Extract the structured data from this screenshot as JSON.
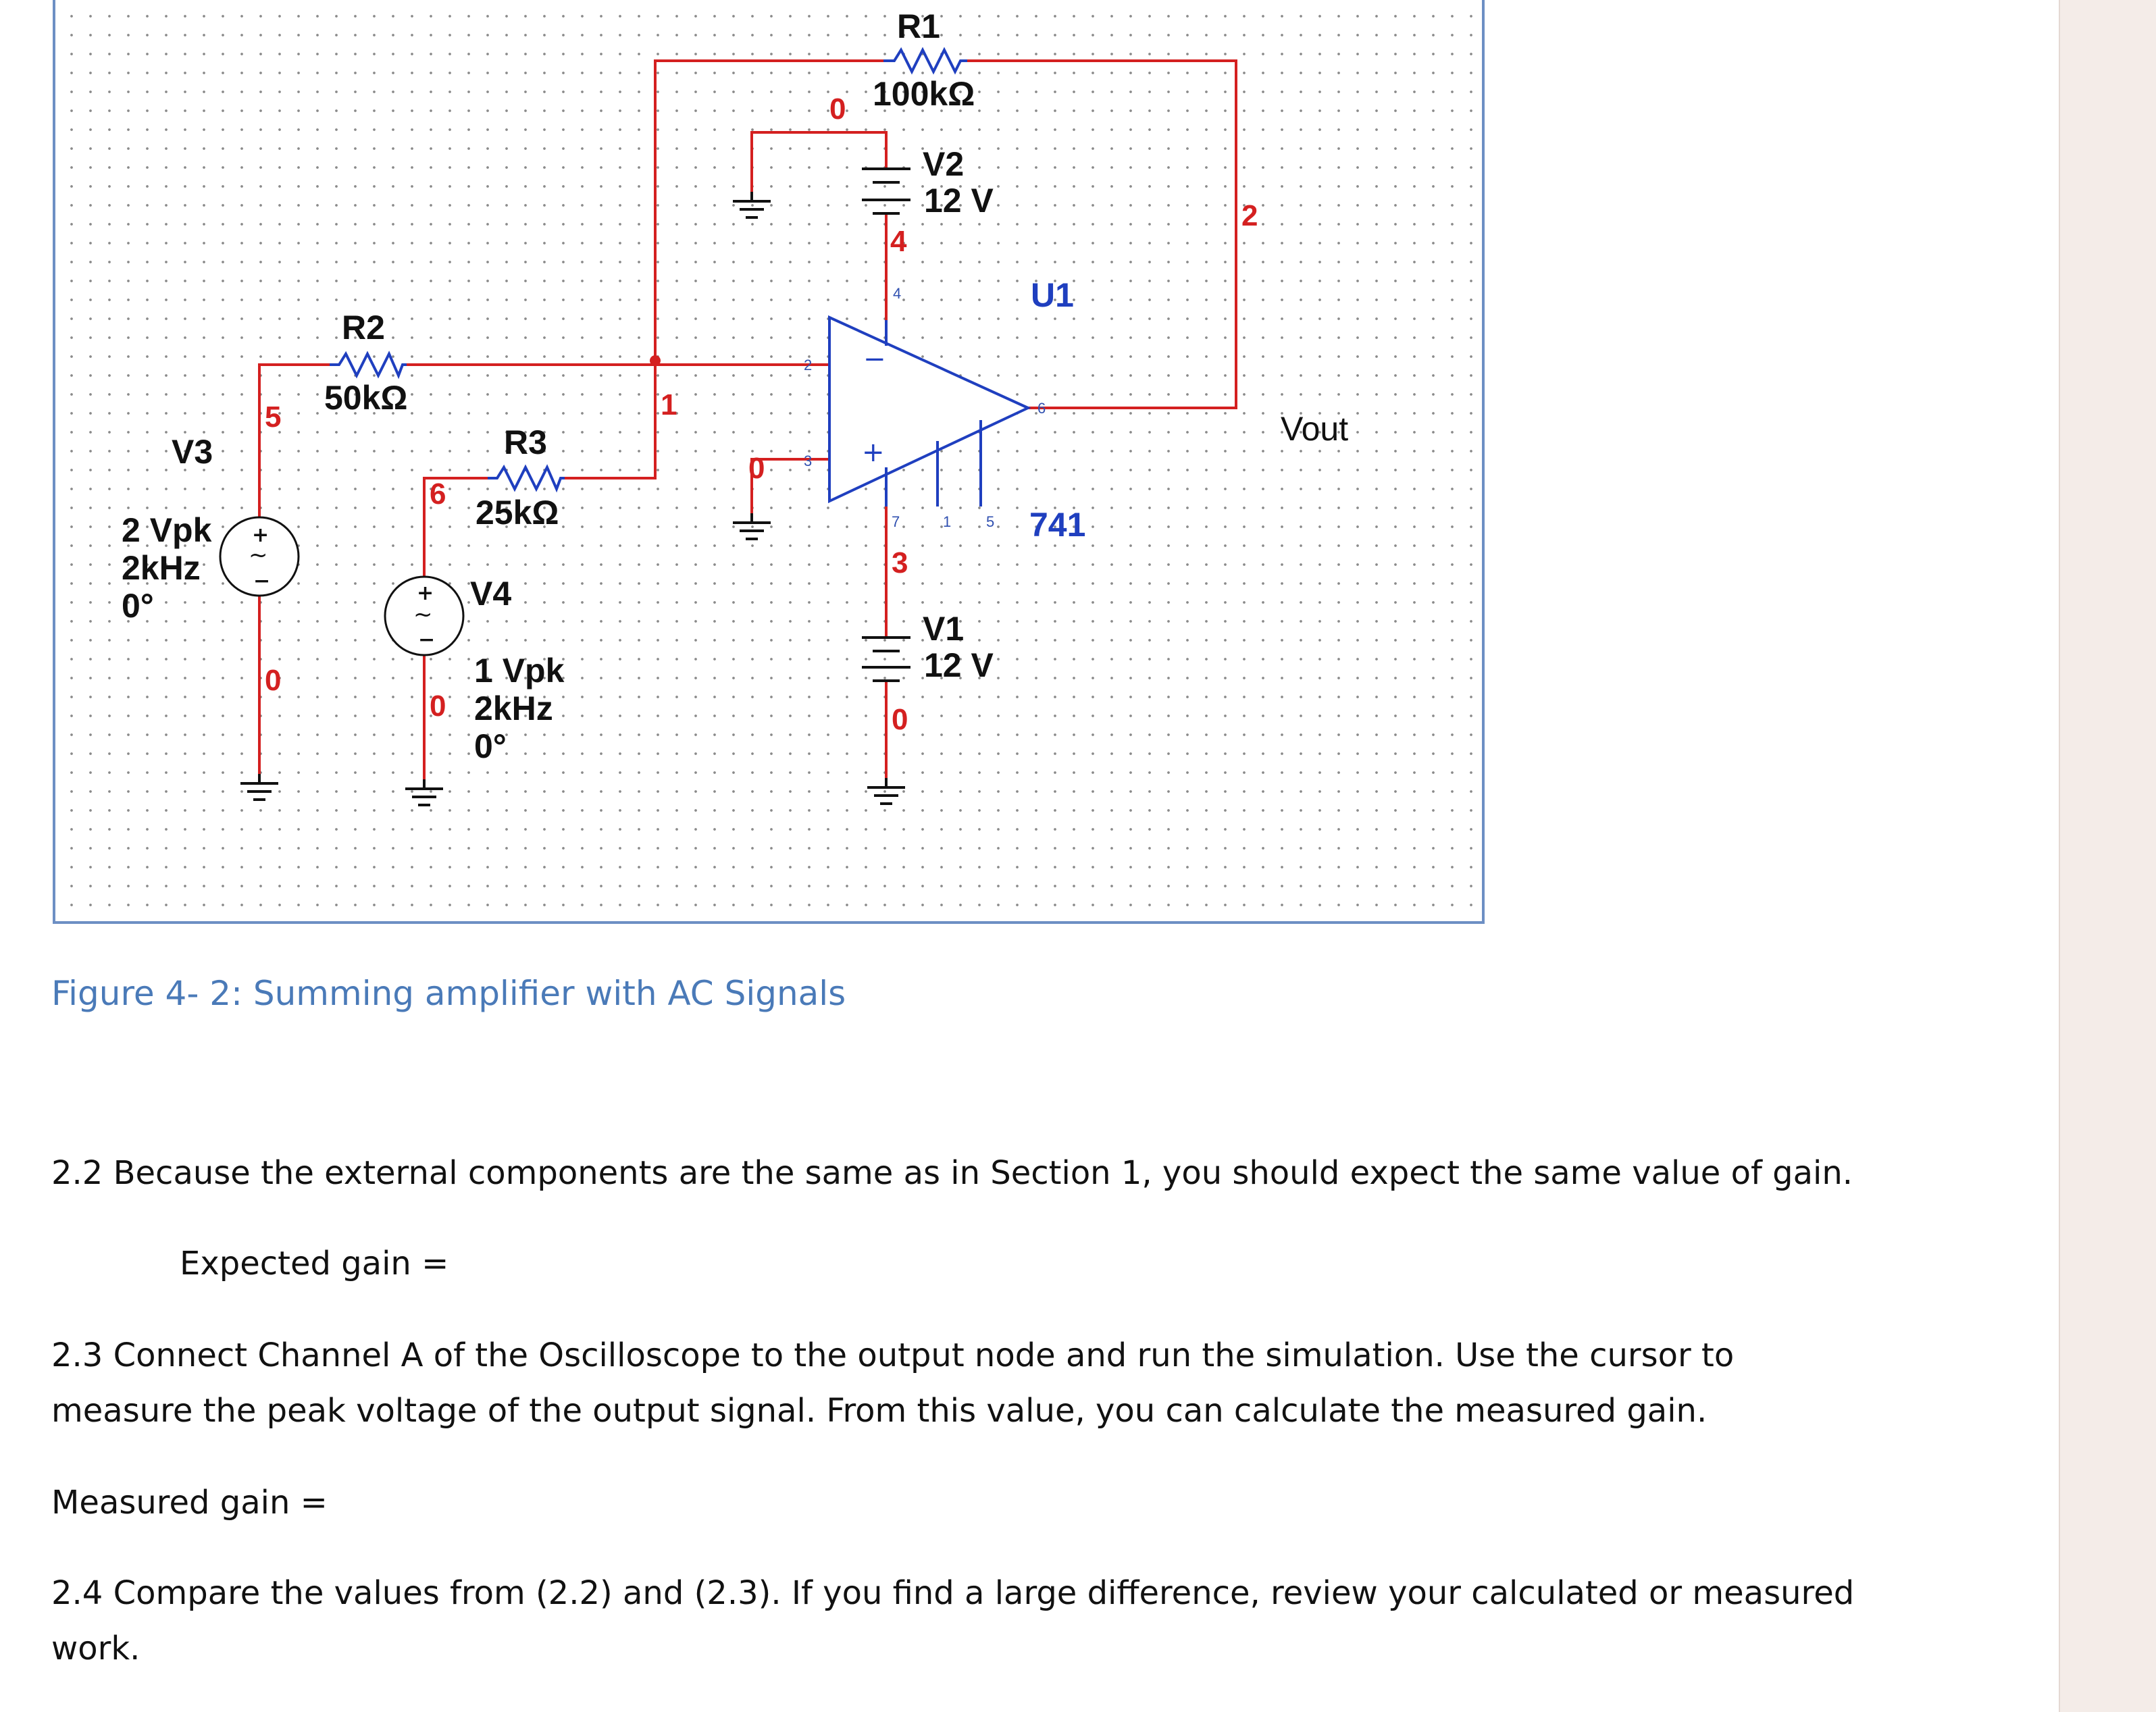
{
  "schematic": {
    "components": {
      "r1": {
        "name": "R1",
        "value": "100kΩ"
      },
      "r2": {
        "name": "R2",
        "value": "50kΩ"
      },
      "r3": {
        "name": "R3",
        "value": "25kΩ"
      },
      "v1": {
        "name": "V1",
        "value": "12 V"
      },
      "v2": {
        "name": "V2",
        "value": "12 V"
      },
      "v3": {
        "name": "V3",
        "amplitude": "2 Vpk",
        "frequency": "2kHz",
        "phase": "0°"
      },
      "v4": {
        "name": "V4",
        "amplitude": "1 Vpk",
        "frequency": "2kHz",
        "phase": "0°"
      },
      "u1": {
        "name": "U1",
        "model": "741"
      }
    },
    "nets": {
      "n0_top": "0",
      "n4": "4",
      "n2": "2",
      "n1": "1",
      "n5": "5",
      "n6": "6",
      "n0_mid": "0",
      "n3": "3",
      "n0_v3": "0",
      "n0_v4": "0",
      "n0_v1": "0"
    },
    "pins": {
      "p4": "4",
      "p2": "2",
      "p3": "3",
      "p6": "6",
      "p7": "7",
      "p1": "1",
      "p5": "5"
    },
    "output_label": "Vout",
    "op_plus": "+",
    "op_minus": "−",
    "src_plus": "+",
    "src_minus": "−",
    "tilde": "~",
    "colors": {
      "wire": "#d42020",
      "component": "#1f3fbf",
      "border": "#6d8fc4"
    }
  },
  "caption": "Figure 4- 2: Summing amplifier with AC Signals",
  "paragraphs": {
    "p22": "2.2 Because the external components are the same as in Section 1, you should expect the same value of gain.",
    "expected": "Expected gain =",
    "p23": "2.3 Connect Channel A of the Oscilloscope to the output node and run the simulation. Use the cursor to measure the peak voltage of the output signal. From this value, you can calculate the measured gain.",
    "measured": "Measured gain =",
    "p24": "2.4 Compare the values from (2.2) and (2.3). If you find a large difference, review your calculated or measured work."
  }
}
